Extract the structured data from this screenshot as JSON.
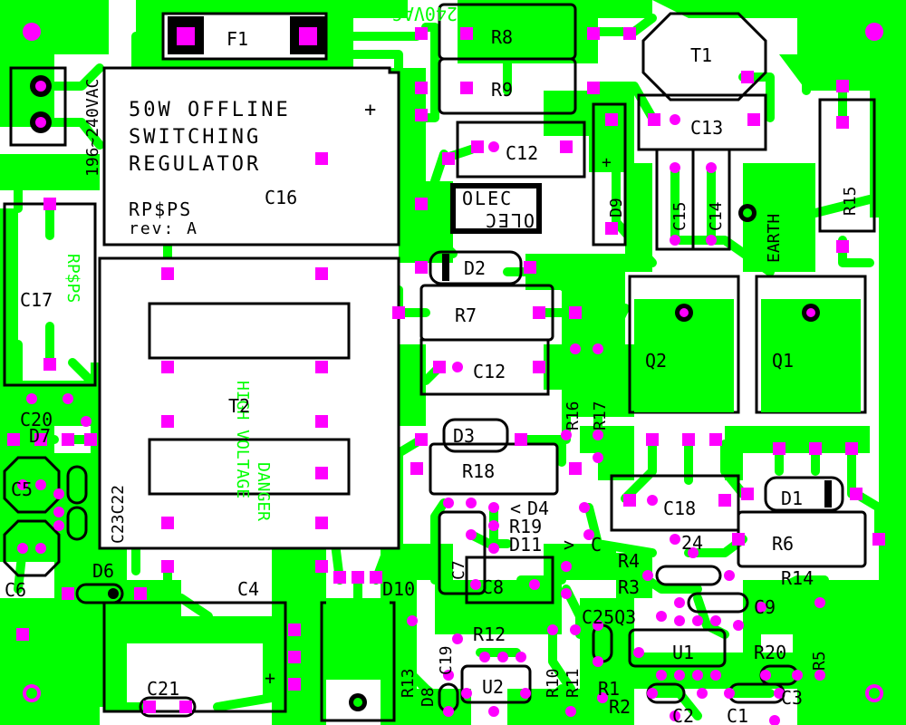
{
  "board": {
    "title_lines": [
      "50W OFFLINE",
      "SWITCHING",
      "REGULATOR"
    ],
    "plus_mark": "+",
    "project": "RP$PS",
    "revision": "rev: A",
    "input_label": "196~240VAC",
    "earth_label": "EARTH",
    "hv_label_1": "HIGH VOLTAGE",
    "hv_label_2": "DANGER",
    "mirror_top": "240VAC",
    "mirror_left": "RP$PS",
    "mirror_olec": "OLEC"
  },
  "components": [
    {
      "ref": "F1"
    },
    {
      "ref": "R8"
    },
    {
      "ref": "R9"
    },
    {
      "ref": "T1"
    },
    {
      "ref": "C13"
    },
    {
      "ref": "C12"
    },
    {
      "ref": "C16"
    },
    {
      "ref": "D9"
    },
    {
      "ref": "C15"
    },
    {
      "ref": "C14"
    },
    {
      "ref": "R15"
    },
    {
      "ref": "D2"
    },
    {
      "ref": "R7"
    },
    {
      "ref": "Q2"
    },
    {
      "ref": "Q1"
    },
    {
      "ref": "C17"
    },
    {
      "ref": "T2"
    },
    {
      "ref": "C20"
    },
    {
      "ref": "D7"
    },
    {
      "ref": "C5"
    },
    {
      "ref": "C6"
    },
    {
      "ref": "C23C22"
    },
    {
      "ref": "D3"
    },
    {
      "ref": "R18"
    },
    {
      "ref": "R16"
    },
    {
      "ref": "R17"
    },
    {
      "ref": "D4"
    },
    {
      "ref": "R19"
    },
    {
      "ref": "D11"
    },
    {
      "ref": "C18"
    },
    {
      "ref": "D1"
    },
    {
      "ref": "R6"
    },
    {
      "ref": "C7"
    },
    {
      "ref": "C8"
    },
    {
      "ref": "R4"
    },
    {
      "ref": "R3"
    },
    {
      "ref": "R14"
    },
    {
      "ref": "C9"
    },
    {
      "ref": "D6"
    },
    {
      "ref": "C4"
    },
    {
      "ref": "D10"
    },
    {
      "ref": "C25Q3"
    },
    {
      "ref": "R12"
    },
    {
      "ref": "U1"
    },
    {
      "ref": "R20"
    },
    {
      "ref": "R5"
    },
    {
      "ref": "C21"
    },
    {
      "ref": "R13"
    },
    {
      "ref": "D8"
    },
    {
      "ref": "C19"
    },
    {
      "ref": "U2"
    },
    {
      "ref": "R10"
    },
    {
      "ref": "R11"
    },
    {
      "ref": "R1"
    },
    {
      "ref": "R2"
    },
    {
      "ref": "C2"
    },
    {
      "ref": "C1"
    },
    {
      "ref": "C3"
    },
    {
      "ref": "C"
    },
    {
      "ref": "24"
    }
  ],
  "symbols": {
    "diode_left": "<",
    "diode_right": ">",
    "cap_plus": "+"
  },
  "colors": {
    "copper": "#00ff00",
    "pad": "#ff00ff",
    "silkscreen": "#000000",
    "substrate": "#ffffff"
  }
}
